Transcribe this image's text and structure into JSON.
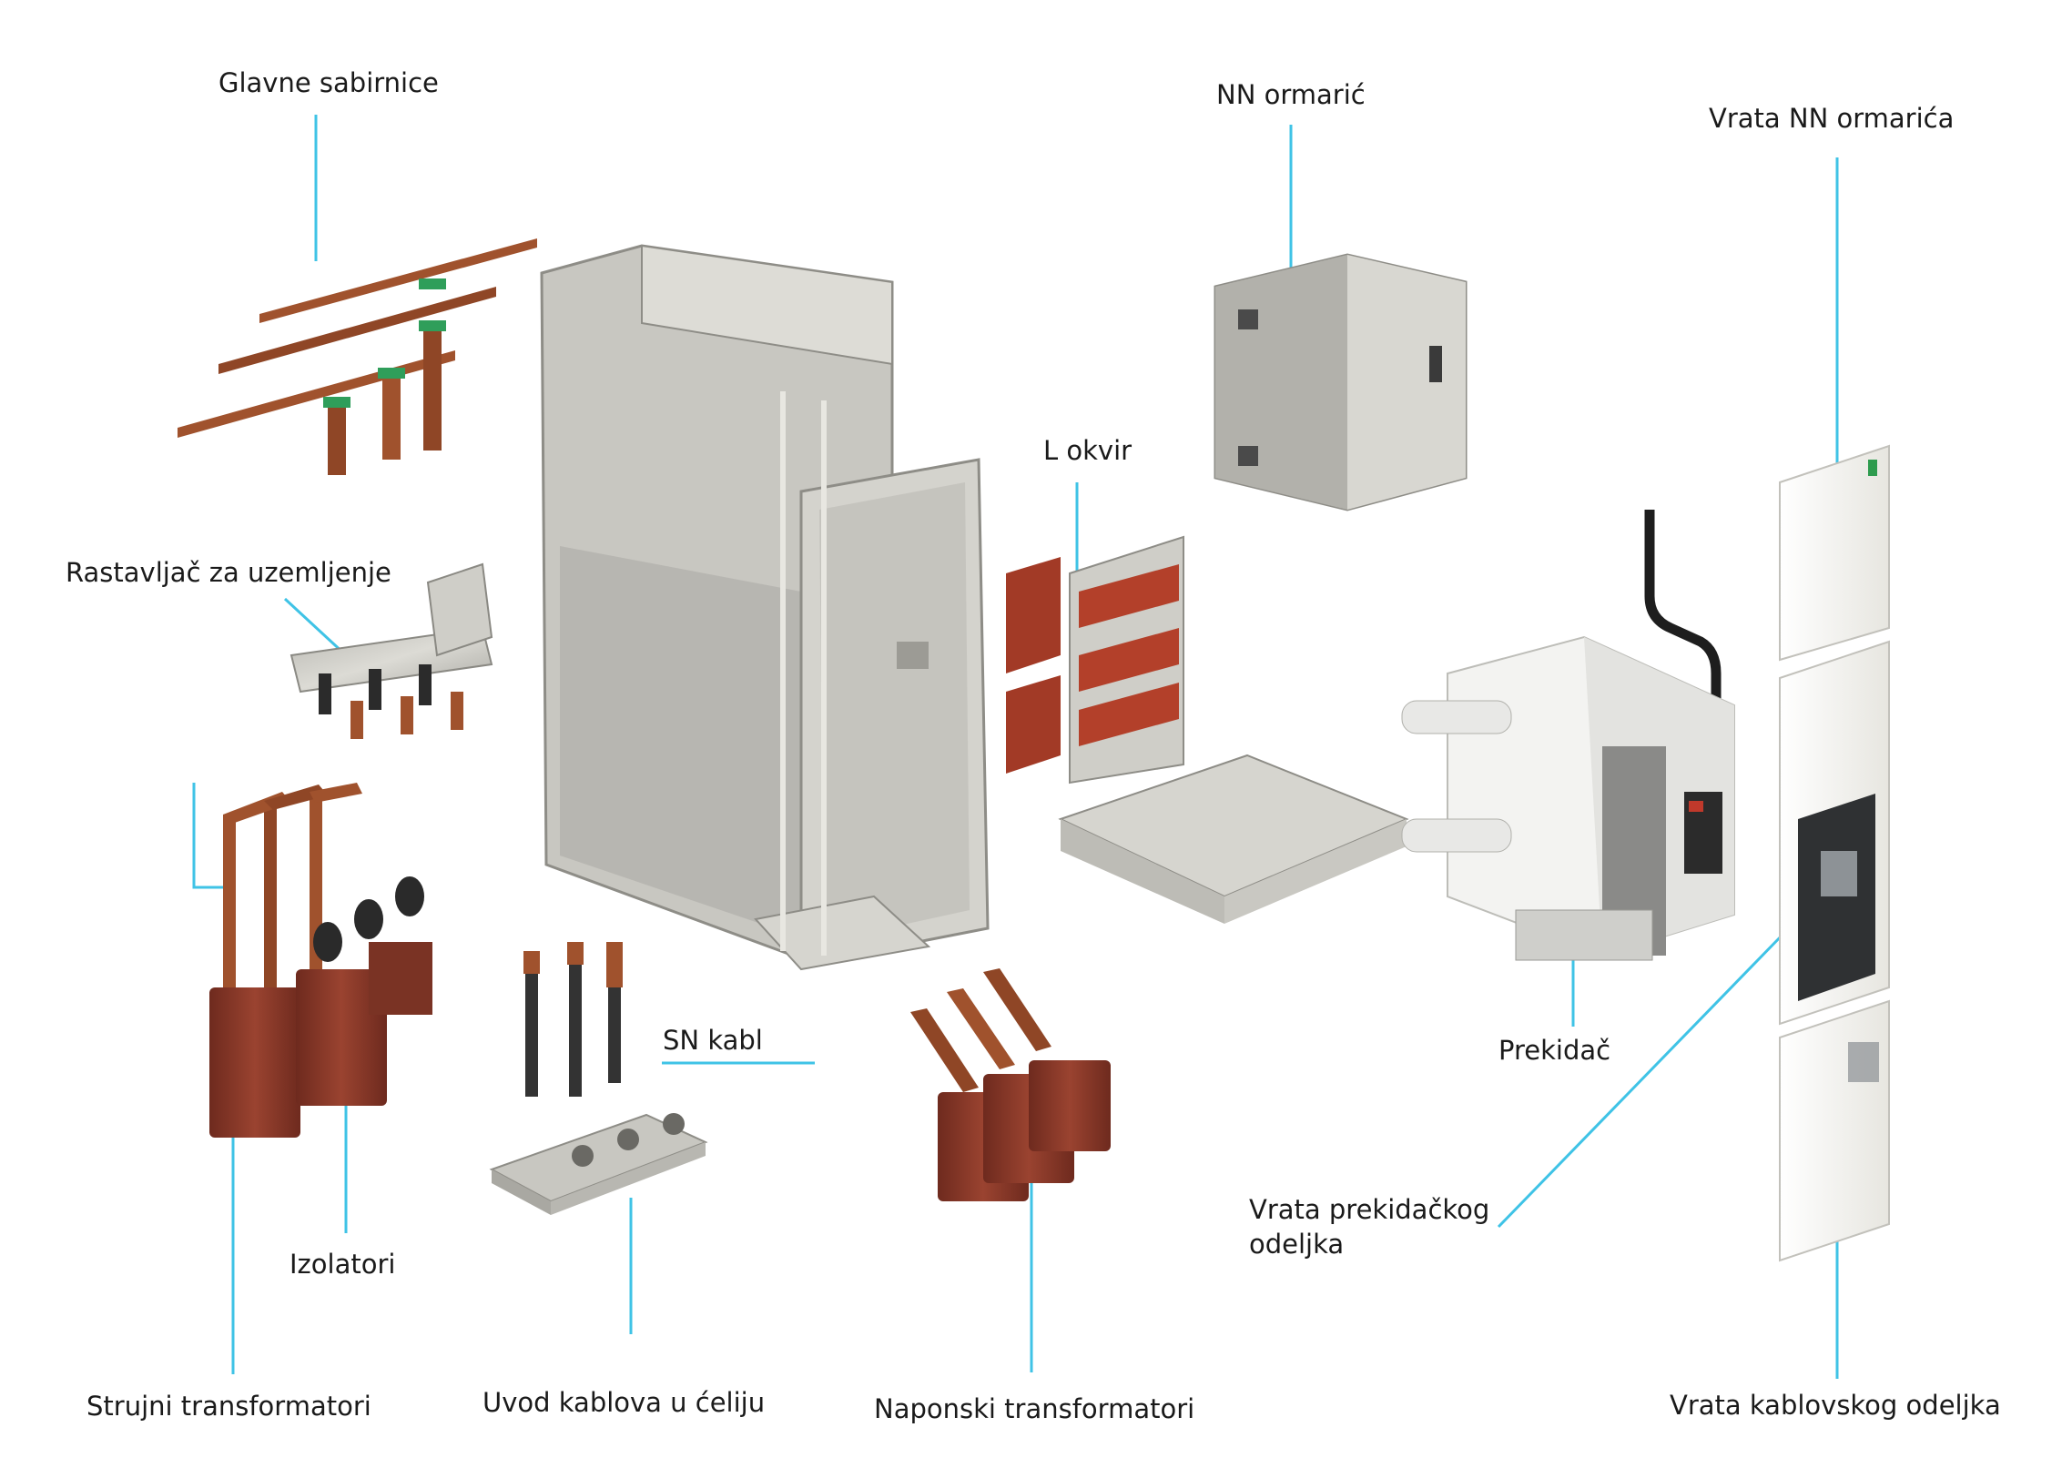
{
  "diagram": {
    "accent_line_color": "#3fc3e6",
    "copper_color": "#a0522d",
    "resin_color": "#8b3a2a",
    "steel_color": "#c9c9c4",
    "panel_color": "#f2f1ec",
    "labels": {
      "glavne_sabirnice": "Glavne sabirnice",
      "nn_ormaric": "NN ormarić",
      "vrata_nn_ormarica": "Vrata NN ormarića",
      "l_okvir": "L okvir",
      "rastavljac": "Rastavljač za uzemljenje",
      "sn_kabl": "SN kabl",
      "prekidac": "Prekidač",
      "vrata_prekidackog_l1": "Vrata prekidačkog",
      "vrata_prekidackog_l2": "odeljka",
      "izolatori": "Izolatori",
      "strujni": "Strujni transformatori",
      "uvod": "Uvod kablova u ćeliju",
      "naponski": "Naponski transformatori",
      "vrata_kablovskog": "Vrata kablovskog odeljka"
    }
  }
}
